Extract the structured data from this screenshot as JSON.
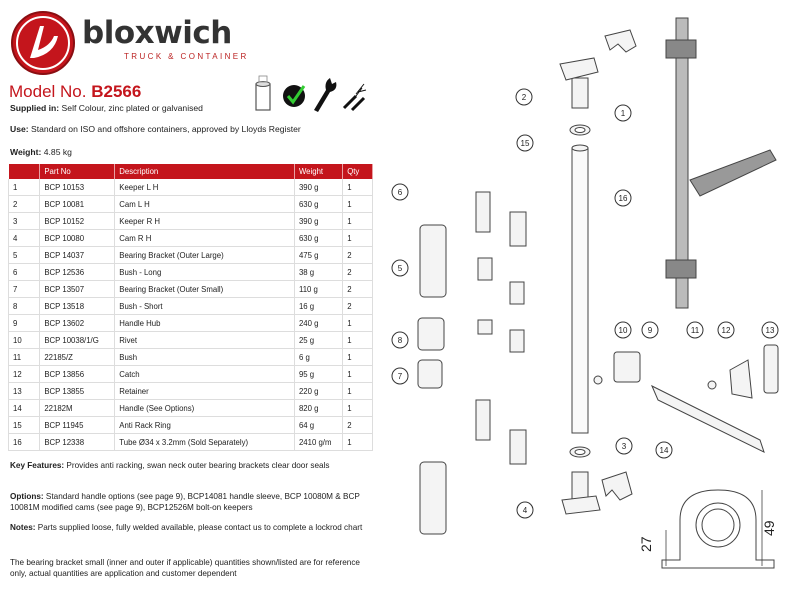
{
  "header": {
    "brand": "bloxwich",
    "tagline": "TRUCK & CONTAINER",
    "model_prefix": "Model No.",
    "model_code": "B2566"
  },
  "info": {
    "supplied_label": "Supplied in:",
    "supplied_text": " Self Colour, zinc plated or galvanised",
    "use_label": "Use:",
    "use_text": " Standard on ISO and offshore containers, approved by Lloyds Register",
    "weight_label": "Weight:",
    "weight_text": " 4.85 kg"
  },
  "finish_icons": [
    "zinc-can-icon",
    "galvanised-check-icon",
    "spanner-icon",
    "welding-icon"
  ],
  "table": {
    "headers": [
      "",
      "Part No",
      "Description",
      "Weight",
      "Qty"
    ],
    "rows": [
      [
        "1",
        "BCP 10153",
        "Keeper L H",
        "390 g",
        "1"
      ],
      [
        "2",
        "BCP 10081",
        "Cam L H",
        "630 g",
        "1"
      ],
      [
        "3",
        "BCP 10152",
        "Keeper R H",
        "390 g",
        "1"
      ],
      [
        "4",
        "BCP 10080",
        "Cam R H",
        "630 g",
        "1"
      ],
      [
        "5",
        "BCP 14037",
        "Bearing Bracket (Outer Large)",
        "475 g",
        "2"
      ],
      [
        "6",
        "BCP 12536",
        "Bush - Long",
        "38 g",
        "2"
      ],
      [
        "7",
        "BCP 13507",
        "Bearing Bracket (Outer Small)",
        "110 g",
        "2"
      ],
      [
        "8",
        "BCP 13518",
        "Bush - Short",
        "16 g",
        "2"
      ],
      [
        "9",
        "BCP 13602",
        "Handle Hub",
        "240 g",
        "1"
      ],
      [
        "10",
        "BCP 10038/1/G",
        "Rivet",
        "25 g",
        "1"
      ],
      [
        "11",
        "22185/Z",
        "Bush",
        "6 g",
        "1"
      ],
      [
        "12",
        "BCP 13856",
        "Catch",
        "95 g",
        "1"
      ],
      [
        "13",
        "BCP 13855",
        "Retainer",
        "220 g",
        "1"
      ],
      [
        "14",
        "22182M",
        "Handle (See Options)",
        "820 g",
        "1"
      ],
      [
        "15",
        "BCP 11945",
        "Anti Rack Ring",
        "64 g",
        "2"
      ],
      [
        "16",
        "BCP 12338",
        "Tube Ø34 x 3.2mm (Sold Separately)",
        "2410 g/m",
        "1"
      ]
    ]
  },
  "notes": {
    "key_label": "Key Features:",
    "key_text": " Provides anti racking, swan neck outer bearing brackets clear door seals",
    "options_label": "Options:",
    "options_text": " Standard handle options (see page 9), BCP14081 handle sleeve, BCP 10080M & BCP 10081M modified cams (see page 9), BCP12526M bolt-on keepers",
    "notes_label": "Notes:",
    "notes_text": " Parts supplied loose, fully welded available, please contact us to complete a lockrod chart",
    "bearing_text": "The bearing bracket small (inner and outer if applicable) quantities shown/listed are for reference only, actual quantities are application and customer dependent"
  },
  "drawing": {
    "callouts": [
      "1",
      "2",
      "3",
      "4",
      "5",
      "6",
      "7",
      "8",
      "9",
      "10",
      "11",
      "12",
      "13",
      "14",
      "15",
      "16"
    ],
    "dimensions": [
      "27",
      "49"
    ]
  },
  "colors": {
    "brand_red": "#c4151c",
    "text": "#222222"
  }
}
